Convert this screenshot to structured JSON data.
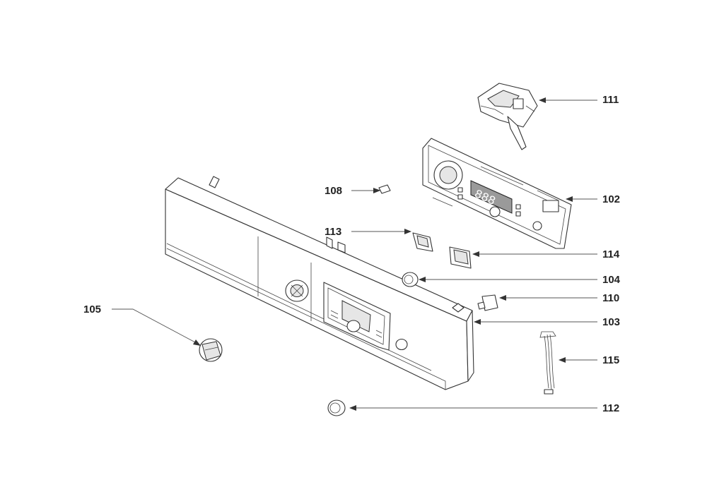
{
  "parts": [
    {
      "id": "p111",
      "label": "111"
    },
    {
      "id": "p102",
      "label": "102"
    },
    {
      "id": "p108",
      "label": "108"
    },
    {
      "id": "p113",
      "label": "113"
    },
    {
      "id": "p114",
      "label": "114"
    },
    {
      "id": "p104",
      "label": "104"
    },
    {
      "id": "p110",
      "label": "110"
    },
    {
      "id": "p105",
      "label": "105"
    },
    {
      "id": "p103",
      "label": "103"
    },
    {
      "id": "p115",
      "label": "115"
    },
    {
      "id": "p112",
      "label": "112"
    }
  ],
  "colors": {
    "line": "#333333",
    "label": "#222222",
    "background": "#ffffff"
  }
}
